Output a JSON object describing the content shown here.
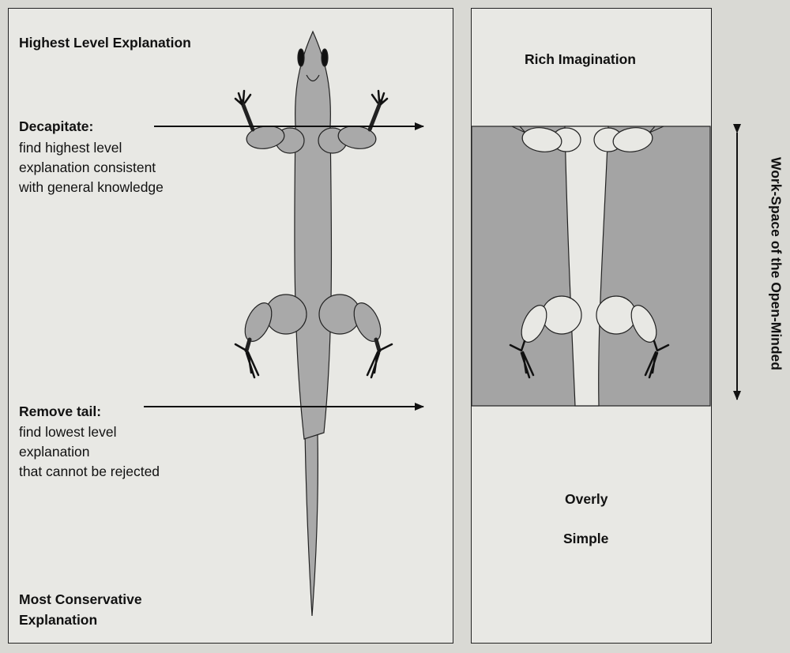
{
  "left_panel": {
    "top_label": "Highest Level Explanation",
    "decapitate": {
      "heading": "Decapitate:",
      "lines": [
        "find highest level",
        "explanation consistent",
        "with general knowledge"
      ]
    },
    "remove_tail": {
      "heading": "Remove tail:",
      "lines": [
        "find lowest level",
        "explanation",
        "that cannot be rejected"
      ]
    },
    "bottom_label": [
      "Most Conservative",
      "Explanation"
    ]
  },
  "right_panel": {
    "top_label": "Rich Imagination",
    "bottom_label": [
      "Overly",
      "Simple"
    ],
    "side_label": "Work-Space of the Open-Minded"
  },
  "colors": {
    "background": "#d9d9d4",
    "panel": "#e8e8e4",
    "lizard_fill": "#a9a9a9",
    "workspace_fill": "#a4a4a4",
    "outline": "#222222"
  },
  "icons": [
    "lizard-figure",
    "cut-arrow-icon",
    "double-arrow-icon"
  ]
}
